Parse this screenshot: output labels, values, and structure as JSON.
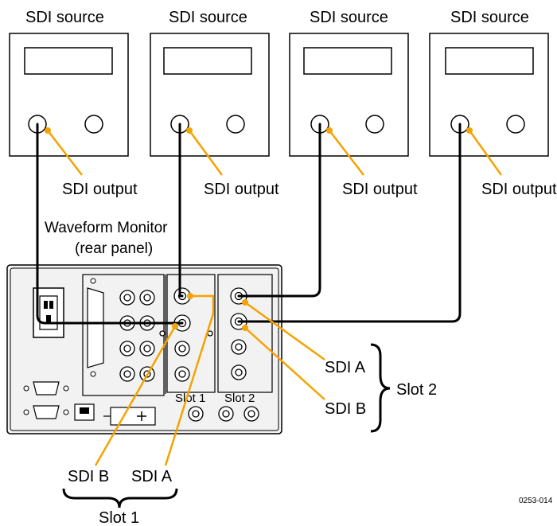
{
  "sources": [
    {
      "title": "SDI source",
      "output_label": "SDI output"
    },
    {
      "title": "SDI source",
      "output_label": "SDI output"
    },
    {
      "title": "SDI source",
      "output_label": "SDI output"
    },
    {
      "title": "SDI source",
      "output_label": "SDI output"
    }
  ],
  "monitor": {
    "title_line1": "Waveform Monitor",
    "title_line2": "(rear panel)",
    "slot1_panel_label": "Slot 1",
    "slot2_panel_label": "Slot 2"
  },
  "callouts": {
    "slot2_sdi_a": "SDI A",
    "slot2_sdi_b": "SDI B",
    "slot2_group": "Slot 2",
    "slot1_sdi_b": "SDI B",
    "slot1_sdi_a": "SDI A",
    "slot1_group": "Slot 1"
  },
  "figure_id": "0253-014",
  "colors": {
    "callout": "#F5A300",
    "cable": "#000000",
    "panel_fill": "#f2f2f2",
    "outline": "#000000"
  }
}
